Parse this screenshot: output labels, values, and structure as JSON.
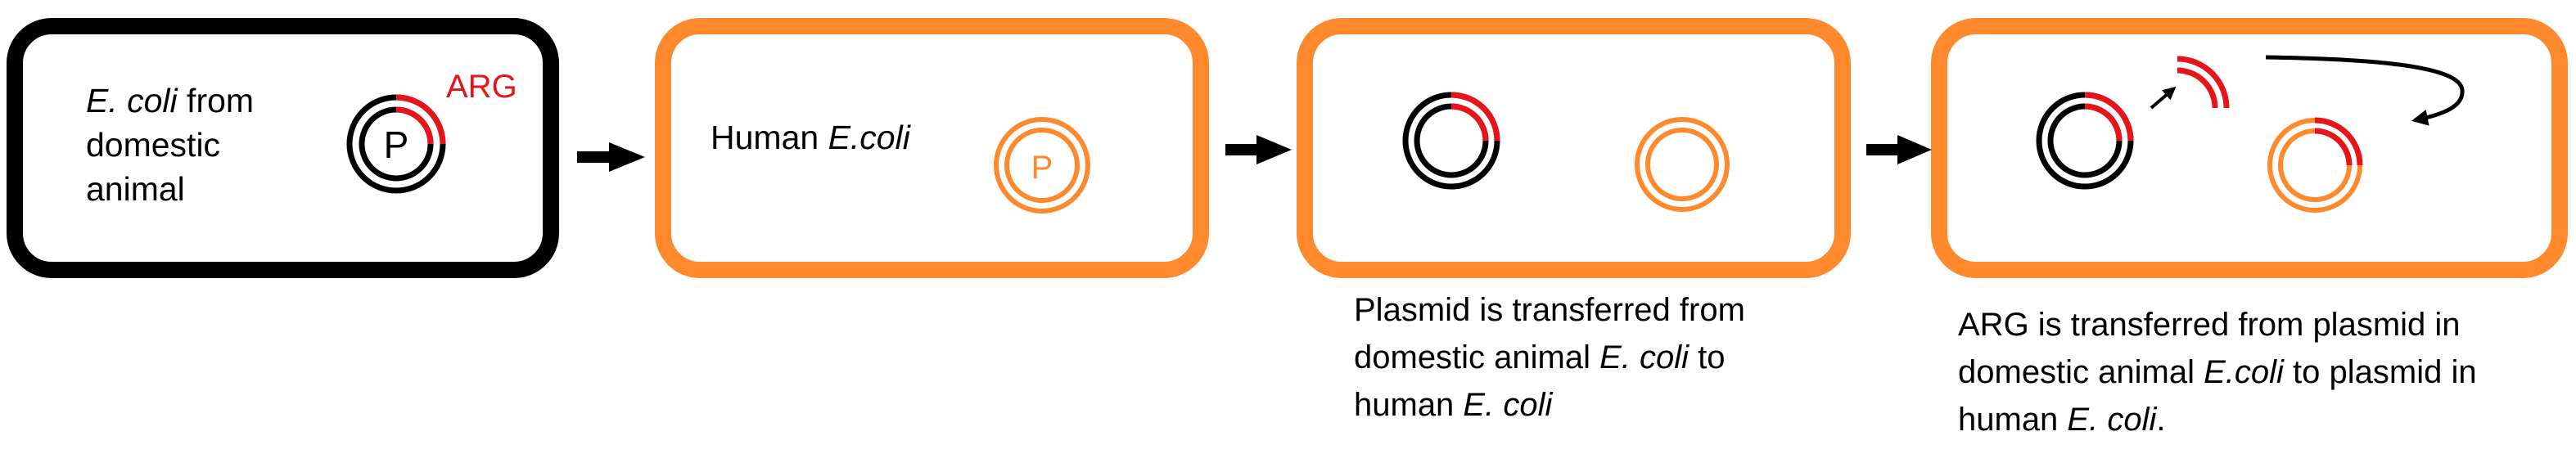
{
  "colors": {
    "black": "#000000",
    "orange": "#ff8a2e",
    "red": "#e8141b"
  },
  "panel1": {
    "label": {
      "em": "E. coli",
      "line1_rest": " from",
      "line2": "domestic",
      "line3": "animal"
    },
    "plasmid_letter": "P",
    "gene_label": "ARG"
  },
  "panel2": {
    "label": {
      "text": "Human ",
      "em": "E.coli"
    },
    "plasmid_letter": "P"
  },
  "panel3": {
    "caption": {
      "line1": "Plasmid is transferred from",
      "line2_text": "domestic animal ",
      "line2_em": "E. coli",
      "line2_tail": " to",
      "line3_text": "human ",
      "line3_em": "E. coli"
    }
  },
  "panel4": {
    "caption": {
      "line1": "ARG is transferred from plasmid in",
      "line2_text": "domestic animal ",
      "line2_em": "E.coli",
      "line2_tail": " to plasmid in",
      "line3_text": "human ",
      "line3_em": "E. coli",
      "line3_tail": "."
    }
  }
}
